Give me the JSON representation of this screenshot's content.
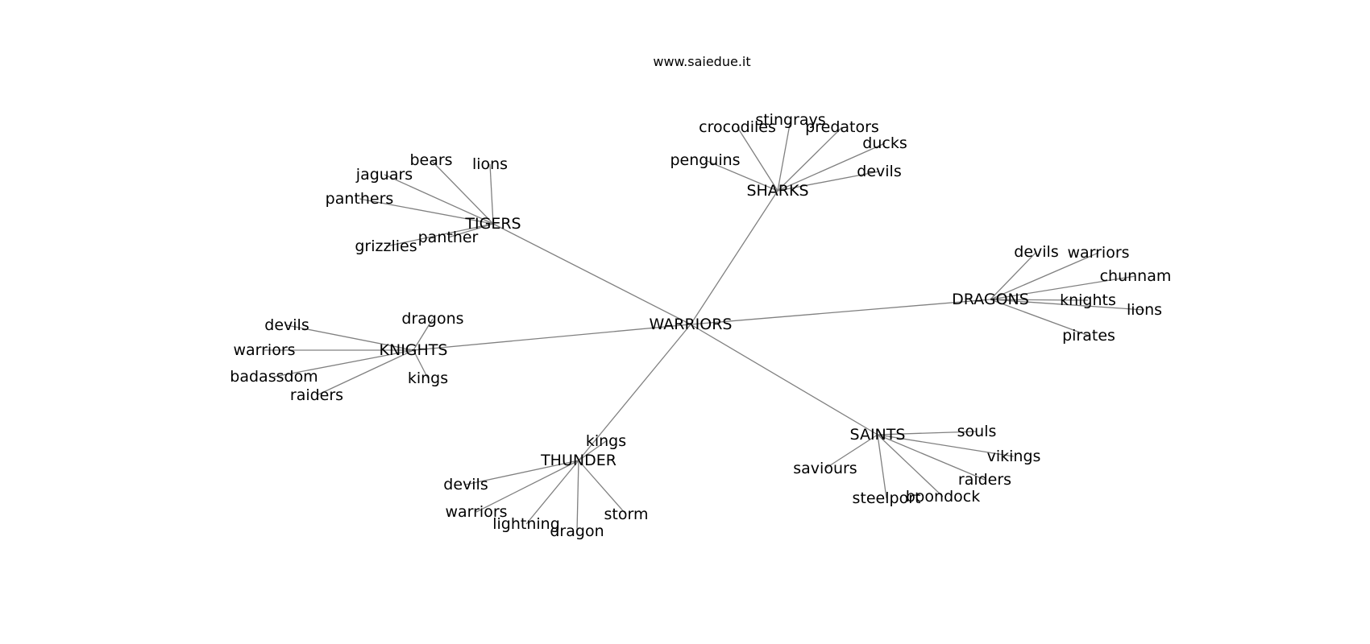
{
  "diagram": {
    "site_title": "www.saiedue.it",
    "colors": {
      "edge": "#808080",
      "text": "#000000",
      "background": "#ffffff"
    },
    "nodes": [
      {
        "id": "warriors_hub",
        "label": "WARRIORS"
      },
      {
        "id": "sharks",
        "label": "SHARKS"
      },
      {
        "id": "tigers",
        "label": "TIGERS"
      },
      {
        "id": "dragons",
        "label": "DRAGONS"
      },
      {
        "id": "knights",
        "label": "KNIGHTS"
      },
      {
        "id": "thunder",
        "label": "THUNDER"
      },
      {
        "id": "saints",
        "label": "SAINTS"
      },
      {
        "id": "sharks_crocodiles",
        "label": "crocodiles"
      },
      {
        "id": "sharks_stingrays",
        "label": "stingrays"
      },
      {
        "id": "sharks_predators",
        "label": "predators"
      },
      {
        "id": "sharks_ducks",
        "label": "ducks"
      },
      {
        "id": "sharks_penguins",
        "label": "penguins"
      },
      {
        "id": "sharks_devils",
        "label": "devils"
      },
      {
        "id": "tigers_bears",
        "label": "bears"
      },
      {
        "id": "tigers_lions",
        "label": "lions"
      },
      {
        "id": "tigers_jaguars",
        "label": "jaguars"
      },
      {
        "id": "tigers_panthers",
        "label": "panthers"
      },
      {
        "id": "tigers_panther",
        "label": "panther"
      },
      {
        "id": "tigers_grizzlies",
        "label": "grizzlies"
      },
      {
        "id": "dragons_devils",
        "label": "devils"
      },
      {
        "id": "dragons_warriors",
        "label": "warriors"
      },
      {
        "id": "dragons_chunnam",
        "label": "chunnam"
      },
      {
        "id": "dragons_knights",
        "label": "knights"
      },
      {
        "id": "dragons_lions",
        "label": "lions"
      },
      {
        "id": "dragons_pirates",
        "label": "pirates"
      },
      {
        "id": "knights_devils",
        "label": "devils"
      },
      {
        "id": "knights_dragons",
        "label": "dragons"
      },
      {
        "id": "knights_warriors",
        "label": "warriors"
      },
      {
        "id": "knights_badassdom",
        "label": "badassdom"
      },
      {
        "id": "knights_kings",
        "label": "kings"
      },
      {
        "id": "knights_raiders",
        "label": "raiders"
      },
      {
        "id": "thunder_kings",
        "label": "kings"
      },
      {
        "id": "thunder_devils",
        "label": "devils"
      },
      {
        "id": "thunder_warriors",
        "label": "warriors"
      },
      {
        "id": "thunder_lightning",
        "label": "lightning"
      },
      {
        "id": "thunder_dragon",
        "label": "dragon"
      },
      {
        "id": "thunder_storm",
        "label": "storm"
      },
      {
        "id": "saints_souls",
        "label": "souls"
      },
      {
        "id": "saints_vikings",
        "label": "vikings"
      },
      {
        "id": "saints_saviours",
        "label": "saviours"
      },
      {
        "id": "saints_raiders",
        "label": "raiders"
      },
      {
        "id": "saints_steelport",
        "label": "steelport"
      },
      {
        "id": "saints_boondock",
        "label": "boondock"
      }
    ],
    "edges": [
      [
        "warriors_hub",
        "sharks"
      ],
      [
        "warriors_hub",
        "tigers"
      ],
      [
        "warriors_hub",
        "dragons"
      ],
      [
        "warriors_hub",
        "knights"
      ],
      [
        "warriors_hub",
        "thunder"
      ],
      [
        "warriors_hub",
        "saints"
      ],
      [
        "sharks",
        "sharks_crocodiles"
      ],
      [
        "sharks",
        "sharks_stingrays"
      ],
      [
        "sharks",
        "sharks_predators"
      ],
      [
        "sharks",
        "sharks_ducks"
      ],
      [
        "sharks",
        "sharks_penguins"
      ],
      [
        "sharks",
        "sharks_devils"
      ],
      [
        "tigers",
        "tigers_bears"
      ],
      [
        "tigers",
        "tigers_lions"
      ],
      [
        "tigers",
        "tigers_jaguars"
      ],
      [
        "tigers",
        "tigers_panthers"
      ],
      [
        "tigers",
        "tigers_panther"
      ],
      [
        "tigers",
        "tigers_grizzlies"
      ],
      [
        "dragons",
        "dragons_devils"
      ],
      [
        "dragons",
        "dragons_warriors"
      ],
      [
        "dragons",
        "dragons_chunnam"
      ],
      [
        "dragons",
        "dragons_knights"
      ],
      [
        "dragons",
        "dragons_lions"
      ],
      [
        "dragons",
        "dragons_pirates"
      ],
      [
        "knights",
        "knights_devils"
      ],
      [
        "knights",
        "knights_dragons"
      ],
      [
        "knights",
        "knights_warriors"
      ],
      [
        "knights",
        "knights_badassdom"
      ],
      [
        "knights",
        "knights_kings"
      ],
      [
        "knights",
        "knights_raiders"
      ],
      [
        "thunder",
        "thunder_kings"
      ],
      [
        "thunder",
        "thunder_devils"
      ],
      [
        "thunder",
        "thunder_warriors"
      ],
      [
        "thunder",
        "thunder_lightning"
      ],
      [
        "thunder",
        "thunder_dragon"
      ],
      [
        "thunder",
        "thunder_storm"
      ],
      [
        "saints",
        "saints_souls"
      ],
      [
        "saints",
        "saints_vikings"
      ],
      [
        "saints",
        "saints_saviours"
      ],
      [
        "saints",
        "saints_raiders"
      ],
      [
        "saints",
        "saints_steelport"
      ],
      [
        "saints",
        "saints_boondock"
      ]
    ]
  }
}
